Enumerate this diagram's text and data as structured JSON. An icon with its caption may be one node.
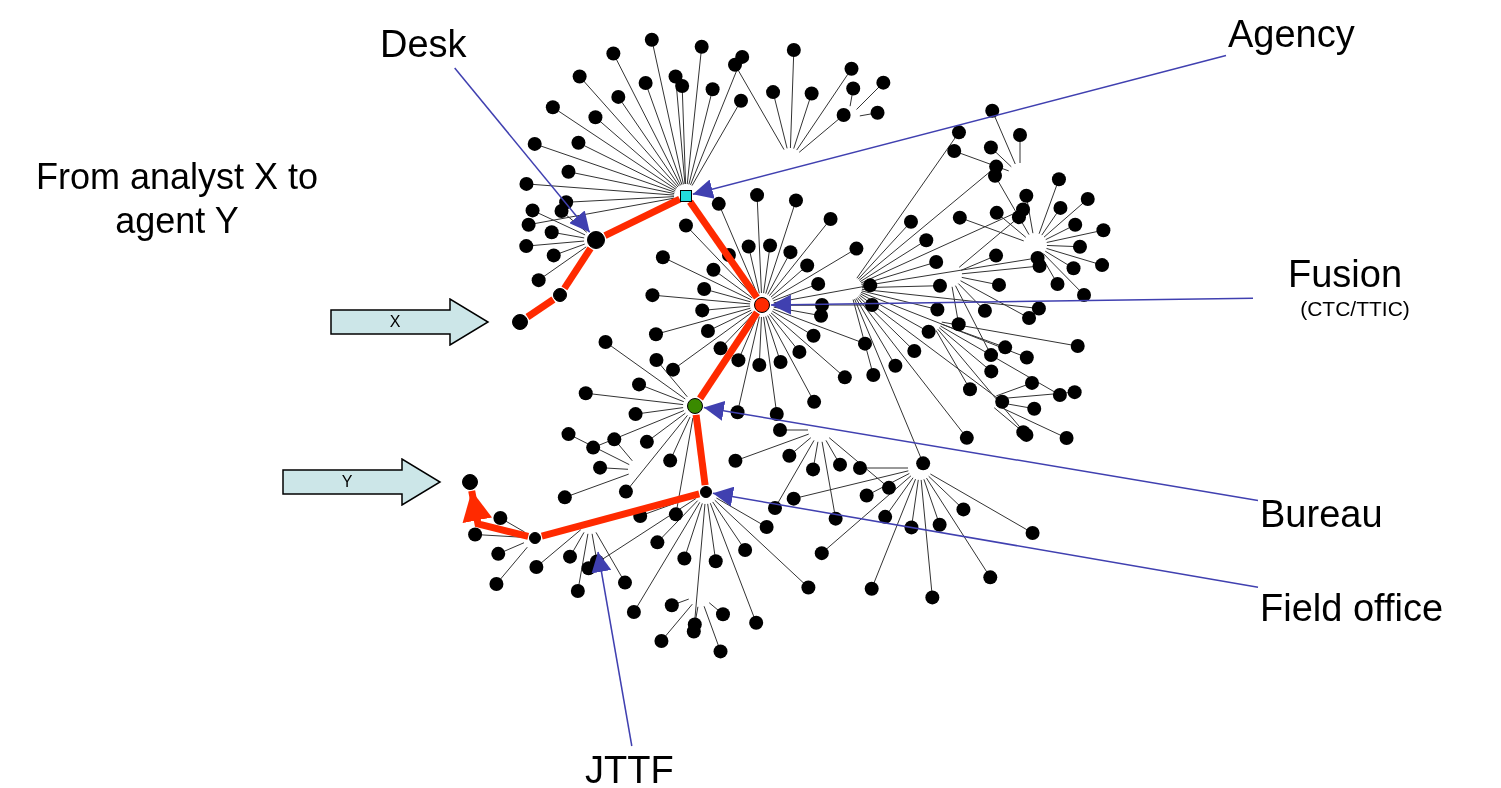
{
  "diagram": {
    "nodes": [
      {
        "text": [
          "X"
        ]
      },
      {
        "text": [
          "Y"
        ]
      },
      {
        "text": [],
        "shape": "circle"
      },
      {
        "text": [],
        "shape": "circle"
      },
      {
        "text": [],
        "shape": "circle"
      },
      {
        "text": [],
        "shape": "box"
      },
      {
        "text": [],
        "shape": "circle"
      },
      {
        "text": [],
        "shape": "circle"
      },
      {
        "text": [],
        "shape": "circle"
      },
      {
        "text": [],
        "shape": "circle"
      },
      {
        "text": [],
        "shape": "circle"
      },
      {
        "text": [
          "Desk"
        ]
      },
      {
        "text": [
          "Agency"
        ]
      },
      {
        "text": [
          "Fusion",
          "(CTC/TTIC)"
        ]
      },
      {
        "text": [
          "Bureau"
        ]
      },
      {
        "text": [
          "Field office"
        ]
      },
      {
        "text": [
          "JTTF"
        ]
      }
    ],
    "edges": [
      {
        "from": 2,
        "to": 3,
        "arrow": "none"
      },
      {
        "from": 3,
        "to": 4,
        "arrow": "none"
      },
      {
        "from": 4,
        "to": 5,
        "arrow": "none"
      },
      {
        "from": 5,
        "to": 6,
        "arrow": "none"
      },
      {
        "from": 6,
        "to": 7,
        "arrow": "none"
      },
      {
        "from": 7,
        "to": 8,
        "arrow": "none"
      },
      {
        "from": 8,
        "to": 9,
        "arrow": "none"
      },
      {
        "from": 9,
        "to": 10,
        "arrow": "to"
      },
      {
        "from": 11,
        "to": 4,
        "arrow": "to",
        "color": "#4040b0"
      },
      {
        "from": 12,
        "to": 5,
        "arrow": "to",
        "color": "#4040b0"
      },
      {
        "from": 13,
        "to": 6,
        "arrow": "to",
        "color": "#4040b0"
      },
      {
        "from": 14,
        "to": 7,
        "arrow": "to",
        "color": "#4040b0"
      },
      {
        "from": 15,
        "to": 8,
        "arrow": "to",
        "color": "#4040b0"
      },
      {
        "from": 16,
        "to": null,
        "arrow": "to",
        "color": "#4040b0"
      }
    ],
    "labels": [
      "From analyst X to agent Y"
    ]
  }
}
